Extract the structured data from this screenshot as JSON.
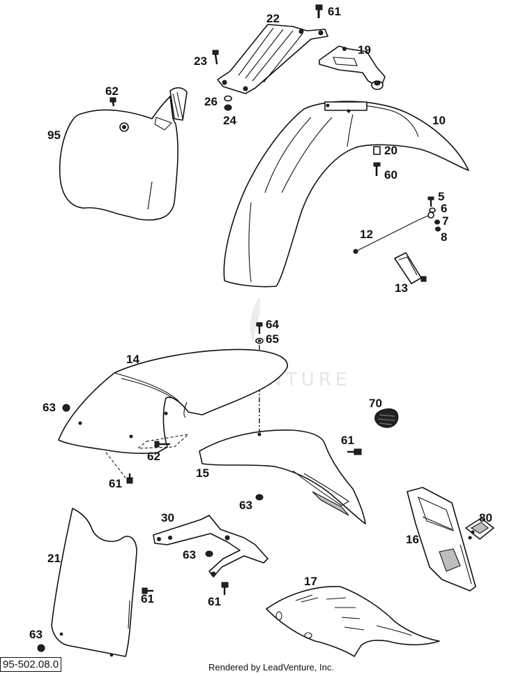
{
  "drawing_id": "95-502.08.0",
  "credit": "Rendered by LeadVenture, Inc.",
  "watermark": "LEADVENTURE",
  "labels": {
    "p22": "22",
    "p61a": "61",
    "p19": "19",
    "p23": "23",
    "p62a": "62",
    "p26": "26",
    "p24": "24",
    "p95": "95",
    "p10": "10",
    "p20": "20",
    "p60": "60",
    "p5": "5",
    "p6": "6",
    "p7": "7",
    "p8": "8",
    "p12": "12",
    "p13": "13",
    "p64": "64",
    "p65": "65",
    "p14": "14",
    "p63a": "63",
    "p70": "70",
    "p61b": "61",
    "p62b": "62",
    "p15": "15",
    "p61c": "61",
    "p63b": "63",
    "p80": "80",
    "p16": "16",
    "p30": "30",
    "p21": "21",
    "p63c": "63",
    "p61d": "61",
    "p61e": "61",
    "p17": "17",
    "p63d": "63"
  }
}
